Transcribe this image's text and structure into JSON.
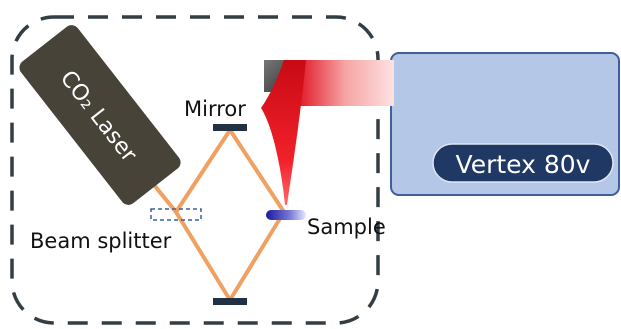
{
  "labels": {
    "laser": "CO₂ Laser",
    "mirror": "Mirror",
    "beam_splitter": "Beam splitter",
    "sample": "Sample",
    "spectrometer": "Vertex 80v"
  },
  "colors": {
    "laser_body": "#474338",
    "laser_text": "#ffffff",
    "beam": "#f0a060",
    "spectrometer_fill": "#b4c7e7",
    "spectrometer_border": "#3f5f98",
    "spectrometer_label_bg": "#1f3864",
    "ir_beam": "#e8121c",
    "mirror_block": "#555555",
    "dashed_enclosure": "#333d44"
  }
}
